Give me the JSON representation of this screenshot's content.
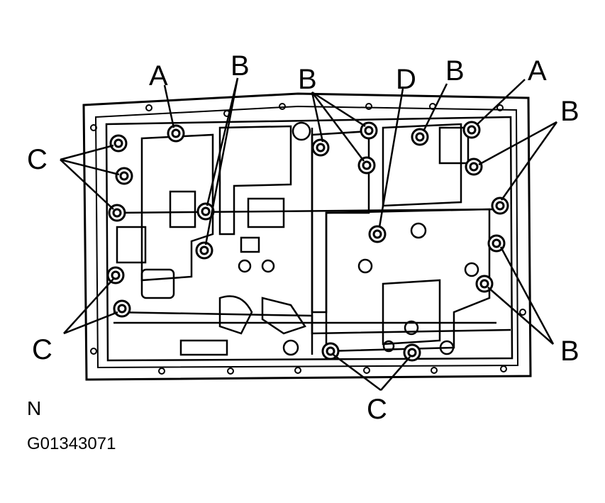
{
  "callouts": {
    "a_left": "A",
    "b_top_left": "B",
    "b_top_mid": "B",
    "d_top": "D",
    "b_top_right": "B",
    "a_right": "A",
    "b_right_upper": "B",
    "c_left_upper": "C",
    "c_left_lower": "C",
    "c_bottom": "C",
    "b_right_lower": "B"
  },
  "view_letter": "N",
  "figure_id": "G01343071"
}
